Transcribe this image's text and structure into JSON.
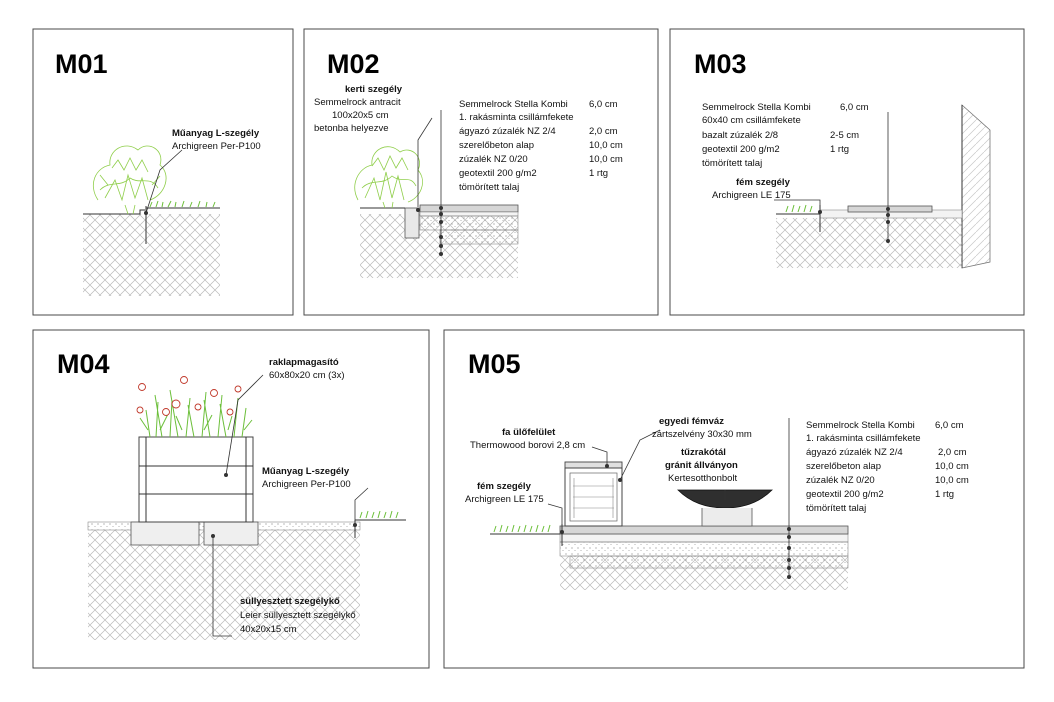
{
  "panels": {
    "m01": {
      "title": "M01",
      "labels": [
        "Műanyag L-szegély",
        "Archigreen Per-P100"
      ]
    },
    "m02": {
      "title": "M02",
      "edge_labels": [
        "kerti szegély",
        "Semmelrock antracit",
        "100x20x5 cm",
        "betonba helyezve"
      ],
      "layers": [
        {
          "name": "Semmelrock Stella Kombi",
          "value": "6,0 cm"
        },
        {
          "name": "1. rakásminta csillámfekete",
          "value": ""
        },
        {
          "name": "ágyazó zúzalék NZ 2/4",
          "value": "2,0 cm"
        },
        {
          "name": "szerelőbeton alap",
          "value": "10,0 cm"
        },
        {
          "name": "zúzalék NZ 0/20",
          "value": "10,0 cm"
        },
        {
          "name": "geotextil 200 g/m2",
          "value": "1 rtg"
        },
        {
          "name": "tömörített talaj",
          "value": ""
        }
      ]
    },
    "m03": {
      "title": "M03",
      "layers": [
        {
          "name": "Semmelrock Stella Kombi",
          "value": "6,0 cm"
        },
        {
          "name": "60x40 cm  csillámfekete",
          "value": ""
        },
        {
          "name": "bazalt zúzalék 2/8",
          "value": "2-5 cm"
        },
        {
          "name": "geotextil 200 g/m2",
          "value": "1 rtg"
        },
        {
          "name": "tömörített talaj",
          "value": ""
        }
      ],
      "edge_labels": [
        "fém szegély",
        "Archigreen LE 175"
      ]
    },
    "m04": {
      "title": "M04",
      "planter_labels": [
        "raklapmagasító",
        "60x80x20 cm (3x)"
      ],
      "edge_labels": [
        "Műanyag L-szegély",
        "Archigreen Per-P100"
      ],
      "curb_labels": [
        "süllyesztett szegélykő",
        "Leier süllyesztett szegélykő",
        "40x20x15 cm"
      ]
    },
    "m05": {
      "title": "M05",
      "seat_labels": [
        "fa ülőfelület",
        "Thermowood borovi 2,8 cm"
      ],
      "frame_labels": [
        "egyedi fémváz",
        "zártszelvény 30x30 mm"
      ],
      "firepit_labels": [
        "tűzrakótál",
        "gránit állványon",
        "Kertesotthonbolt"
      ],
      "edge_labels": [
        "fém szegély",
        "Archigreen LE 175"
      ],
      "layers": [
        {
          "name": "Semmelrock Stella Kombi",
          "value": "6,0 cm"
        },
        {
          "name": "1. rakásminta csillámfekete",
          "value": ""
        },
        {
          "name": "ágyazó zúzalék NZ 2/4",
          "value": "2,0 cm"
        },
        {
          "name": "szerelőbeton alap",
          "value": "10,0 cm"
        },
        {
          "name": "zúzalék NZ 0/20",
          "value": "10,0 cm"
        },
        {
          "name": "geotextil 200 g/m2",
          "value": "1 rtg"
        },
        {
          "name": "tömörített talaj",
          "value": ""
        }
      ]
    }
  },
  "colors": {
    "grass": "#6cbf3a",
    "bush": "#8fce4a",
    "flower": "#c0392b",
    "line": "#333333"
  }
}
